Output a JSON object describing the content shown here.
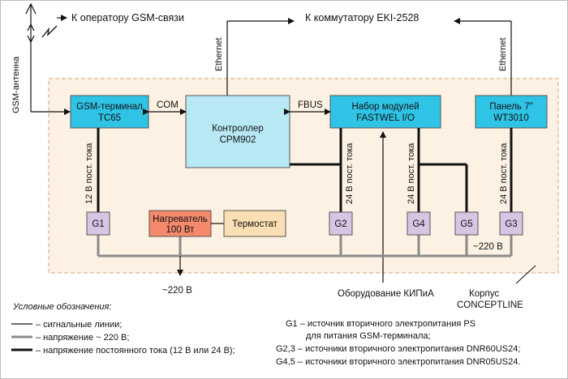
{
  "external": {
    "gsm_operator": "К оператору GSM-связи",
    "eki_switch": "К коммутатору EKI-2528",
    "gsm_antenna": "GSM-антенна",
    "ethernet_1": "Ethernet",
    "ethernet_2": "Ethernet"
  },
  "blocks": {
    "gsm_terminal": [
      "GSM-терминал",
      "TC65"
    ],
    "controller": [
      "Контроллер",
      "CPM902"
    ],
    "modules": [
      "Набор модулей",
      "FASTWEL I/O"
    ],
    "panel": [
      "Панель 7\"",
      "WT3010"
    ],
    "heater": [
      "Нагреватель",
      "100 Вт"
    ],
    "thermostat": "Термостат",
    "g1": "G1",
    "g2": "G2",
    "g3": "G3",
    "g4": "G4",
    "g5": "G5"
  },
  "links": {
    "com": "COM",
    "fbus": "FBUS",
    "v12": "12 В пост. тока",
    "v24_a": "24  В пост. тока",
    "v24_b": "24  В пост. тока",
    "v24_c": "24  В пост. тока",
    "ac220_right": "~220 В",
    "ac220_bottom": "~220 В",
    "kipia": "Оборудование КИПиА",
    "enclosure": [
      "Корпус",
      "CONCEPTLINE"
    ]
  },
  "legend": {
    "title": "Условные обозначения:",
    "items": [
      "– сигнальные линии;",
      "– напряжение ~ 220 В;",
      "– напряжение постоянного тока (12 В или 24 В);"
    ],
    "notes": [
      "G1    – источник вторичного электропитания PS",
      "для питания GSM-терминала;",
      "G2,3 – источники вторичного электропитания DNR60US24;",
      "G4,5 – источники вторичного электропитания DNR05US24."
    ]
  },
  "colors": {
    "enclosure_fill": "#fdf1e3",
    "enclosure_border": "#d9a77a",
    "module_fill": "#2fc3e6",
    "controller_fill": "#b7e8f3",
    "psu_fill": "#d8c5e3",
    "heater_fill": "#f4896c",
    "thermostat_fill": "#f9dfb3",
    "ac_line": "#8a8a8a"
  }
}
